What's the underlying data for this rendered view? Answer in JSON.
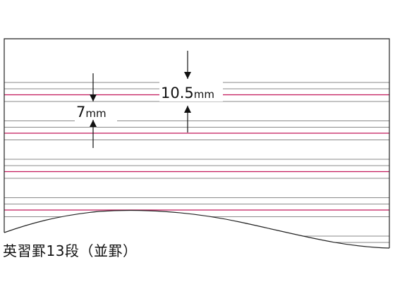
{
  "dimensions": {
    "line_spacing": {
      "number": "10.5",
      "unit": "mm"
    },
    "band_height": {
      "number": "7",
      "unit": "mm"
    }
  },
  "caption": "英習罫13段（並罫）",
  "colors": {
    "outline": "#222222",
    "guide_line": "#8a8a8a",
    "baseline": "#c2185b",
    "arrow": "#111111"
  },
  "ruling": {
    "groups": 13,
    "lines_per_group": 4,
    "baseline_index_in_group": 2
  }
}
